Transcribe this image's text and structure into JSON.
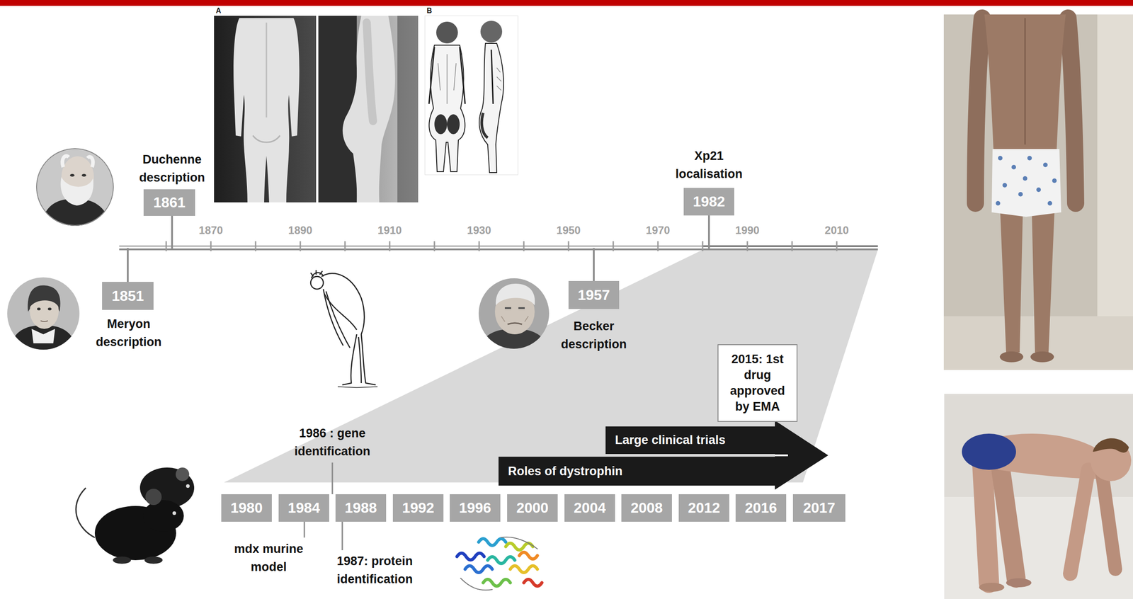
{
  "diagram": {
    "nodes": [
      {
        "text": [
          "1861"
        ]
      },
      {
        "text": [
          "1851"
        ]
      },
      {
        "text": [
          "1982"
        ]
      },
      {
        "text": [
          "1957"
        ]
      },
      {
        "text": [
          "2015: 1st drug approved by EMA"
        ]
      },
      {
        "text": [
          "Large clinical trials"
        ]
      },
      {
        "text": [
          "Roles of dystrophin"
        ]
      },
      {
        "text": [
          "1980"
        ]
      },
      {
        "text": [
          "1984"
        ]
      },
      {
        "text": [
          "1988"
        ]
      },
      {
        "text": [
          "1992"
        ]
      },
      {
        "text": [
          "1996"
        ]
      },
      {
        "text": [
          "2000"
        ]
      },
      {
        "text": [
          "2004"
        ]
      },
      {
        "text": [
          "2008"
        ]
      },
      {
        "text": [
          "2012"
        ]
      },
      {
        "text": [
          "2016"
        ]
      },
      {
        "text": [
          "2017"
        ]
      }
    ],
    "labels": [
      "Duchenne description",
      "Meryon description",
      "Xp21 localisation",
      "Becker description",
      "1870",
      "1890",
      "1910",
      "1930",
      "1950",
      "1970",
      "1990",
      "2010",
      "A",
      "B",
      "1986 : gene identification",
      "mdx murine model",
      "1987: protein identification"
    ]
  }
}
